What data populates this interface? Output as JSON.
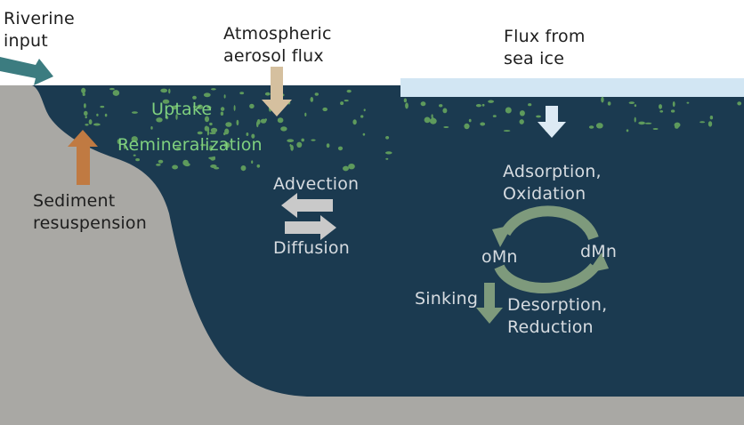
{
  "labels": {
    "riverine_1": "Riverine",
    "riverine_2": "input",
    "atmospheric_1": "Atmospheric",
    "atmospheric_2": "aerosol flux",
    "seaice_1": "Flux from",
    "seaice_2": "sea ice",
    "uptake": "Uptake",
    "remineralization": "Remineralization",
    "sediment_1": "Sediment",
    "sediment_2": "resuspension",
    "advection": "Advection",
    "diffusion": "Diffusion",
    "adsorption_1": "Adsorption,",
    "adsorption_2": "Oxidation",
    "omn": "oMn",
    "dmn": "dMn",
    "sinking": "Sinking",
    "desorption_1": "Desorption,",
    "desorption_2": "Reduction"
  },
  "colors": {
    "ocean": "#1b3a50",
    "seafloor": "#a9a8a4",
    "sea_ice": "#d2e6f3",
    "river_arrow": "#3c7c80",
    "aerosol_arrow": "#d5c09f",
    "sediment_arrow": "#c07a42",
    "ice_arrow": "#ddeaf4",
    "transport_arrows": "#c9c9c9",
    "cycle_arrows": "#7e9a7c",
    "phytoplankton": "#5e9a5c"
  }
}
